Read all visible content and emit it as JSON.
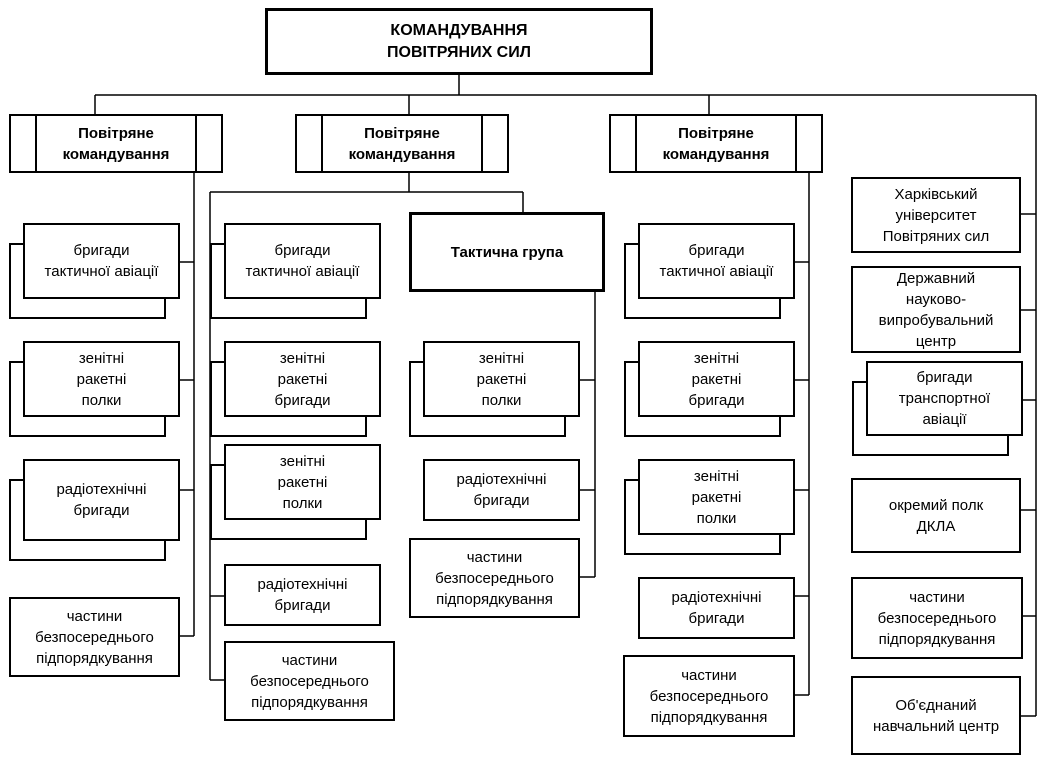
{
  "root": "КОМАНДУВАННЯ\nПОВІТРЯНИХ СИЛ",
  "commands": [
    {
      "label": "Повітряне\nкомандування",
      "units": [
        "бригади\nтактичної авіації",
        "зенітні\nракетні\nполки",
        "радіотехнічні\nбригади",
        "частини\nбезпосереднього\nпідпорядкування"
      ]
    },
    {
      "label": "Повітряне\nкомандування",
      "units": [
        "бригади\nтактичної авіації",
        "зенітні\nракетні\nбригади",
        "зенітні\nракетні\nполки",
        "радіотехнічні\nбригади",
        "частини\nбезпосереднього\nпідпорядкування"
      ],
      "tactical_group": {
        "label": "Тактична група",
        "units": [
          "зенітні\nракетні\nполки",
          "радіотехнічні\nбригади",
          "частини\nбезпосереднього\nпідпорядкування"
        ]
      }
    },
    {
      "label": "Повітряне\nкомандування",
      "units": [
        "бригади\nтактичної авіації",
        "зенітні\nракетні\nбригади",
        "зенітні\nракетні\nполки",
        "радіотехнічні\nбригади",
        "частини\nбезпосереднього\nпідпорядкування"
      ]
    }
  ],
  "direct_units": [
    "Харківський\nуніверситет\nПовітряних сил",
    "Державний\nнауково-\nвипробувальний\nцентр",
    "бригади\nтранспортної\nавіації",
    "окремий полк\nДКЛА",
    "частини\nбезпосереднього\nпідпорядкування",
    "Об'єднаний\nнавчальний центр"
  ]
}
